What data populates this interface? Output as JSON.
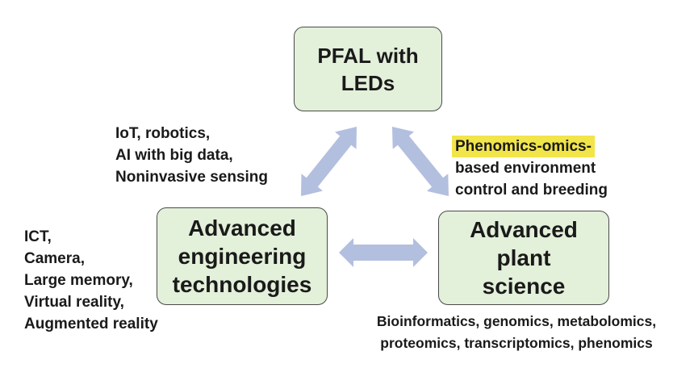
{
  "diagram": {
    "nodes": {
      "top": {
        "lines": [
          "PFAL with",
          "LEDs"
        ]
      },
      "left": {
        "lines": [
          "Advanced",
          "engineering",
          "technologies"
        ]
      },
      "right": {
        "lines": [
          "Advanced",
          "plant",
          "science"
        ]
      }
    },
    "annotations": {
      "top_left_edge": {
        "lines": [
          "IoT, robotics,",
          "AI with big data,",
          "Noninvasive sensing"
        ]
      },
      "top_right_edge": {
        "highlight": "Phenomics-omics-",
        "lines": [
          "based environment",
          "control and breeding"
        ]
      },
      "left_node": {
        "lines": [
          "ICT,",
          "Camera,",
          "Large memory,",
          "Virtual reality,",
          "Augmented reality"
        ]
      },
      "right_node": {
        "lines": [
          "Bioinformatics, genomics, metabolomics,",
          "proteomics, transcriptomics, phenomics"
        ]
      }
    },
    "edges": [
      {
        "from": "top",
        "to": "left",
        "type": "bidirectional"
      },
      {
        "from": "top",
        "to": "right",
        "type": "bidirectional"
      },
      {
        "from": "left",
        "to": "right",
        "type": "bidirectional"
      }
    ],
    "colors": {
      "box_fill": "#e3f0da",
      "box_border": "#4a4a4a",
      "arrow": "#b3bfdf",
      "highlight": "#f2e54a"
    }
  }
}
